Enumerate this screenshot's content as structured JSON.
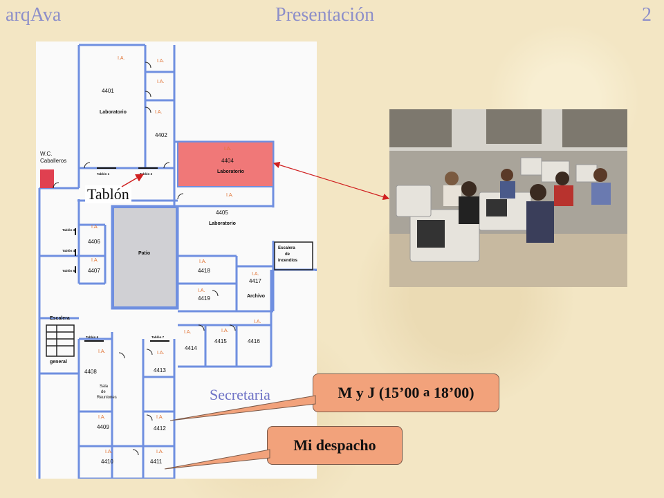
{
  "header": {
    "left": "arqAva",
    "center": "Presentación",
    "right": "2"
  },
  "plan": {
    "wc": [
      "W.C.",
      "Caballeros"
    ],
    "ia": "I.A.",
    "rooms": {
      "r4401": "4401",
      "r4402": "4402",
      "r4404": "4404",
      "r4405": "4405",
      "r4406": "4406",
      "r4407": "4407",
      "r4408": "4408",
      "r4409": "4409",
      "r4410": "4410",
      "r4411": "4411",
      "r4412": "4412",
      "r4413": "4413",
      "r4414": "4414",
      "r4415": "4415",
      "r4416": "4416",
      "r4417": "4417",
      "r4418": "4418",
      "r4419": "4419"
    },
    "laboratorio": "Laboratorio",
    "patio": "Patio",
    "archivo": "Archivo",
    "escalera": "Escalera",
    "general": "general",
    "escalera_incendios": [
      "Escalera",
      "de",
      "incendios"
    ],
    "sala_reuniones": [
      "Sala",
      "de",
      "Reuniones"
    ],
    "tablones": [
      "Tablón 1",
      "Tablón 2",
      "Tablón 3",
      "Tablón 4",
      "Tablón 5",
      "Tablón 6",
      "Tablón 7"
    ]
  },
  "labels": {
    "tablon": "Tablón",
    "secretaria": "Secretaria"
  },
  "callouts": {
    "hours_main": "M y J (15’00 ",
    "hours_a": "a",
    "hours_end": " 18’00)",
    "office": "Mi despacho"
  },
  "colors": {
    "lab_highlight": "#f07878",
    "title": "#8d8fc9",
    "secretaria": "#6f73c6",
    "callout": "#f2a27b",
    "ia_text": "#e07030",
    "wall": "#6f8fe0"
  }
}
